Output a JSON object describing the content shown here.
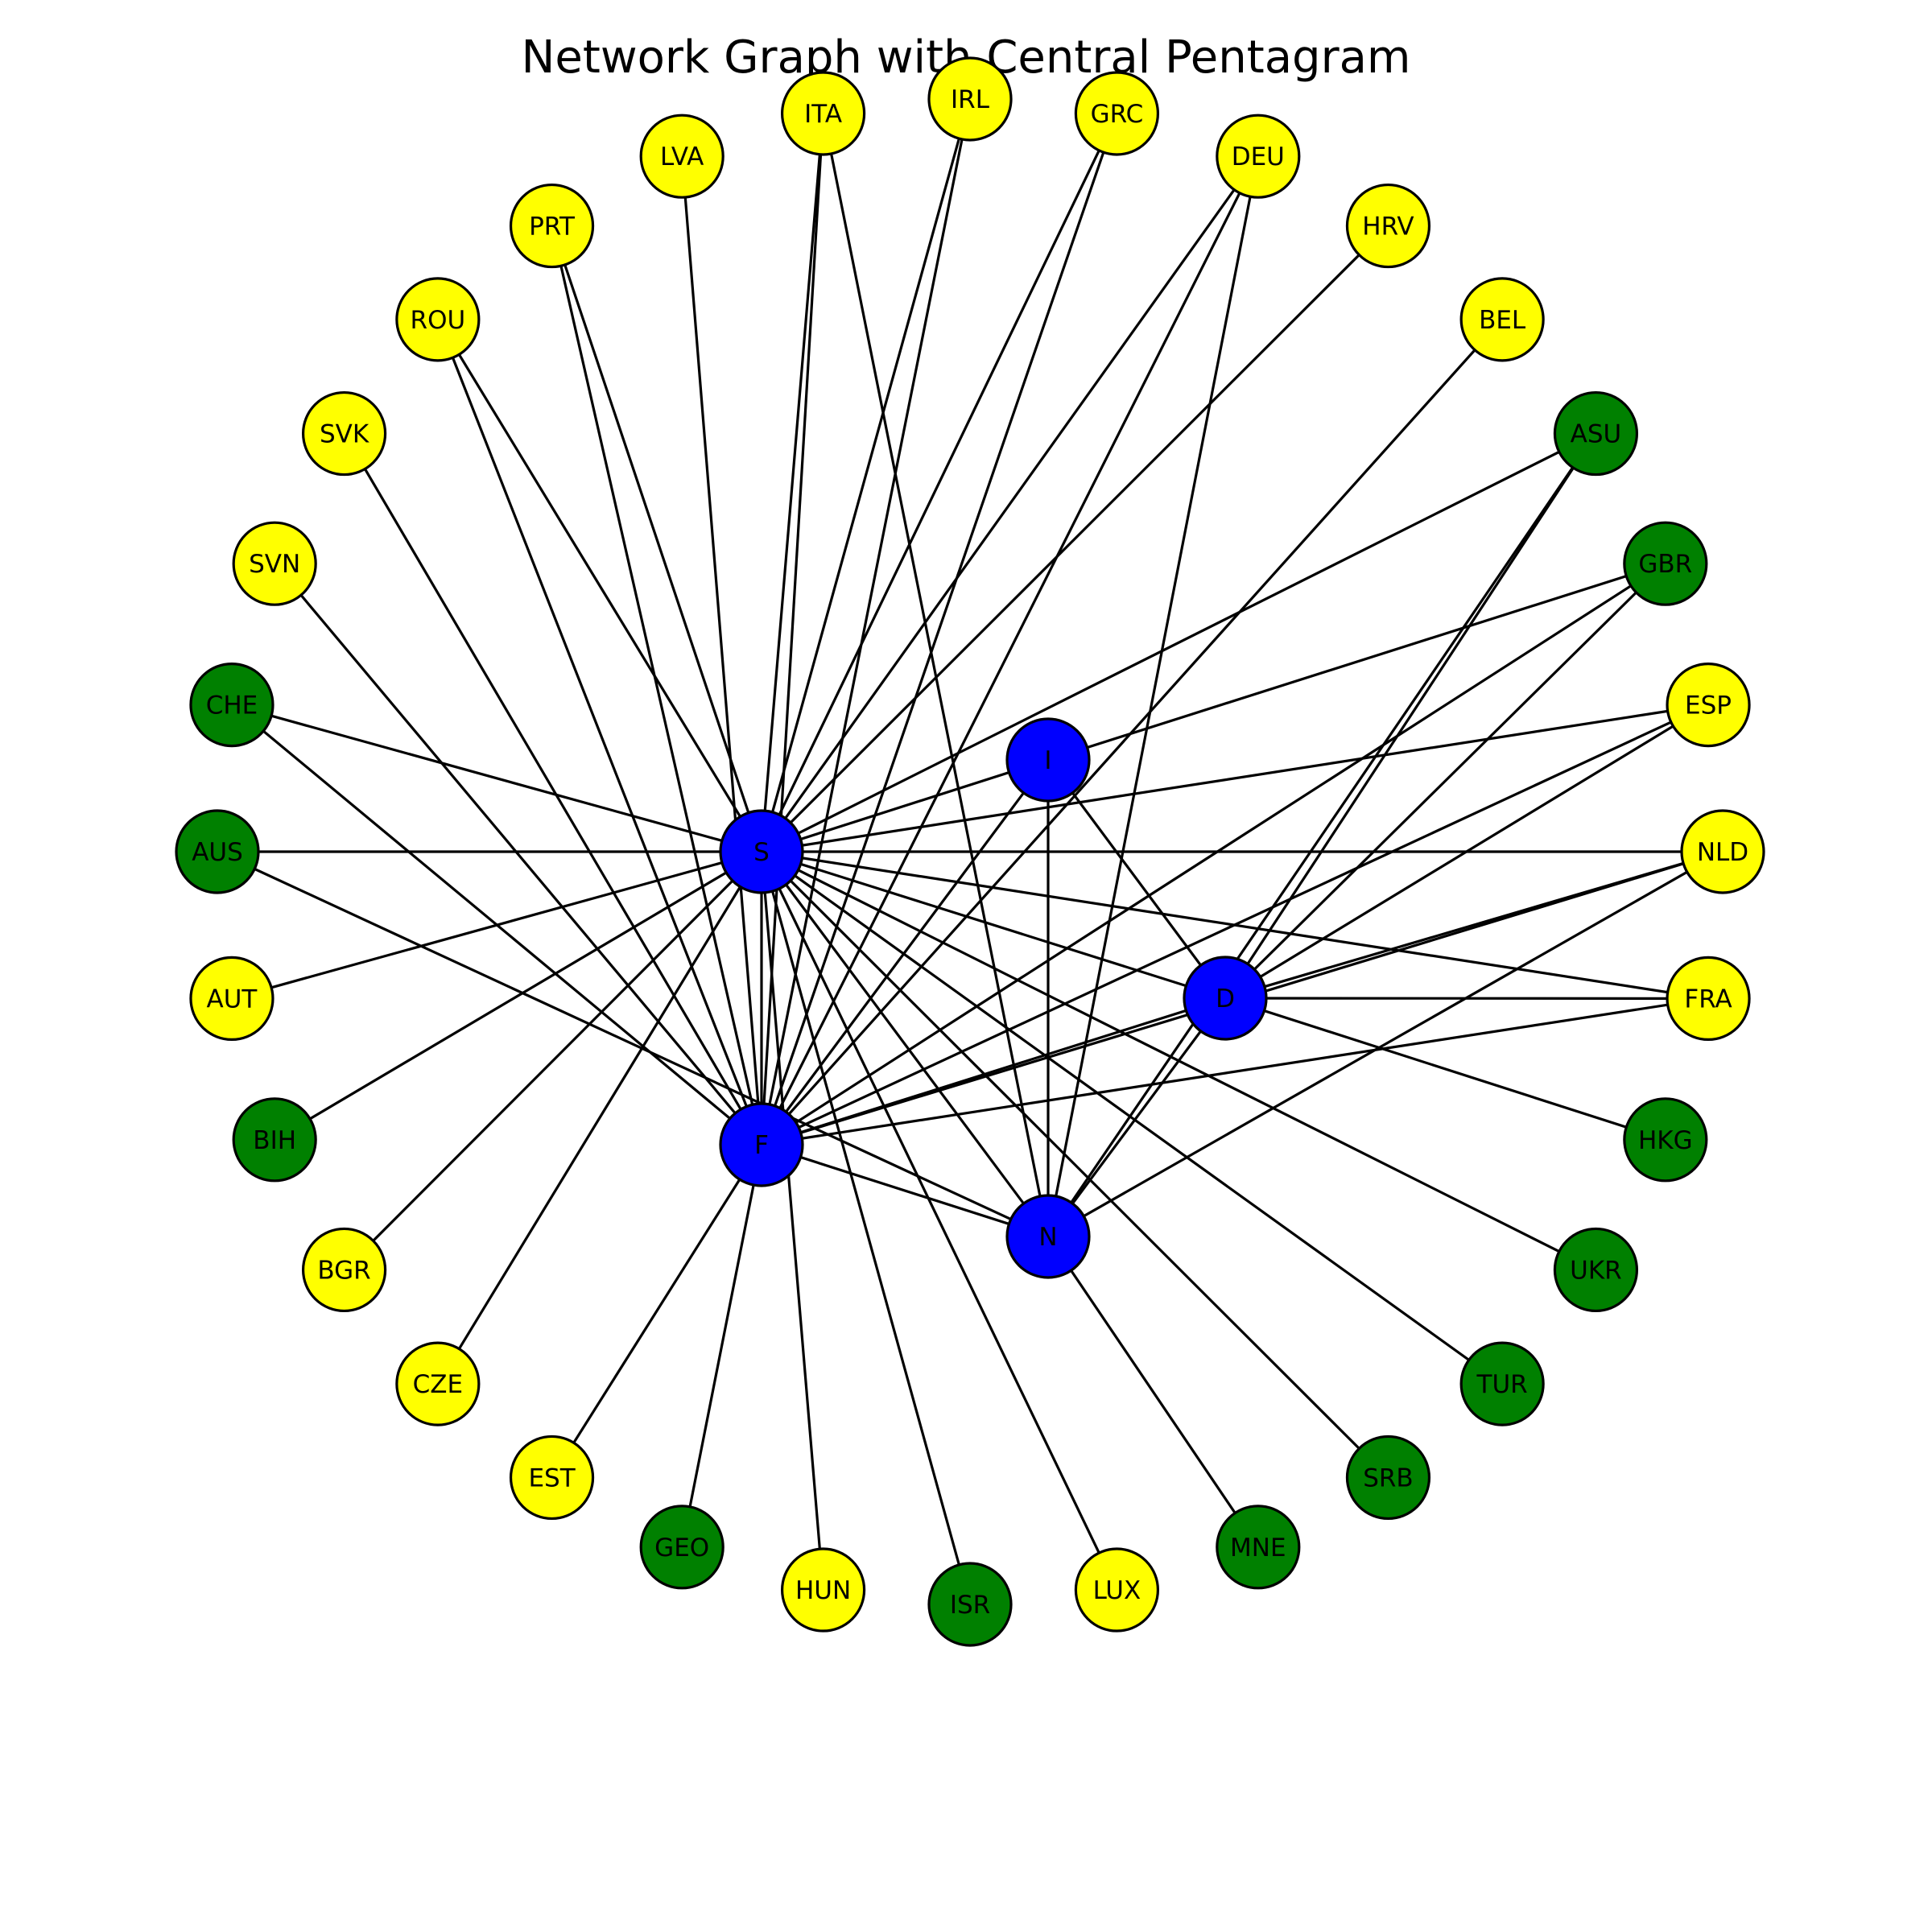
{
  "title": "Network Graph with Central Pentagram",
  "colors": {
    "center": "#0000ff",
    "yellow": "#ffff00",
    "green": "#008000"
  },
  "center_nodes": [
    "S",
    "I",
    "D",
    "N",
    "F"
  ],
  "outer_nodes": [
    {
      "id": "GRC",
      "color": "yellow"
    },
    {
      "id": "DEU",
      "color": "yellow"
    },
    {
      "id": "HRV",
      "color": "yellow"
    },
    {
      "id": "BEL",
      "color": "yellow"
    },
    {
      "id": "ASU",
      "color": "green"
    },
    {
      "id": "GBR",
      "color": "green"
    },
    {
      "id": "ESP",
      "color": "yellow"
    },
    {
      "id": "NLD",
      "color": "yellow"
    },
    {
      "id": "FRA",
      "color": "yellow"
    },
    {
      "id": "HKG",
      "color": "green"
    },
    {
      "id": "UKR",
      "color": "green"
    },
    {
      "id": "TUR",
      "color": "green"
    },
    {
      "id": "SRB",
      "color": "green"
    },
    {
      "id": "MNE",
      "color": "green"
    },
    {
      "id": "LUX",
      "color": "yellow"
    },
    {
      "id": "ISR",
      "color": "green"
    },
    {
      "id": "HUN",
      "color": "yellow"
    },
    {
      "id": "GEO",
      "color": "green"
    },
    {
      "id": "EST",
      "color": "yellow"
    },
    {
      "id": "CZE",
      "color": "yellow"
    },
    {
      "id": "BGR",
      "color": "yellow"
    },
    {
      "id": "BIH",
      "color": "green"
    },
    {
      "id": "AUT",
      "color": "yellow"
    },
    {
      "id": "AUS",
      "color": "green"
    },
    {
      "id": "CHE",
      "color": "green"
    },
    {
      "id": "SVN",
      "color": "yellow"
    },
    {
      "id": "SVK",
      "color": "yellow"
    },
    {
      "id": "ROU",
      "color": "yellow"
    },
    {
      "id": "PRT",
      "color": "yellow"
    },
    {
      "id": "LVA",
      "color": "yellow"
    },
    {
      "id": "ITA",
      "color": "yellow"
    },
    {
      "id": "IRL",
      "color": "yellow"
    }
  ],
  "edges": [
    [
      "GRC",
      "S"
    ],
    [
      "GRC",
      "F"
    ],
    [
      "DEU",
      "S"
    ],
    [
      "DEU",
      "F"
    ],
    [
      "DEU",
      "N"
    ],
    [
      "HRV",
      "S"
    ],
    [
      "BEL",
      "F"
    ],
    [
      "ASU",
      "S"
    ],
    [
      "ASU",
      "D"
    ],
    [
      "ASU",
      "N"
    ],
    [
      "GBR",
      "I"
    ],
    [
      "GBR",
      "D"
    ],
    [
      "GBR",
      "F"
    ],
    [
      "ESP",
      "S"
    ],
    [
      "ESP",
      "D"
    ],
    [
      "ESP",
      "F"
    ],
    [
      "NLD",
      "S"
    ],
    [
      "NLD",
      "D"
    ],
    [
      "NLD",
      "F"
    ],
    [
      "NLD",
      "N"
    ],
    [
      "FRA",
      "S"
    ],
    [
      "FRA",
      "D"
    ],
    [
      "FRA",
      "F"
    ],
    [
      "HKG",
      "D"
    ],
    [
      "UKR",
      "S"
    ],
    [
      "TUR",
      "S"
    ],
    [
      "SRB",
      "S"
    ],
    [
      "MNE",
      "N"
    ],
    [
      "LUX",
      "S"
    ],
    [
      "ISR",
      "S"
    ],
    [
      "HUN",
      "S"
    ],
    [
      "GEO",
      "F"
    ],
    [
      "EST",
      "F"
    ],
    [
      "CZE",
      "S"
    ],
    [
      "BGR",
      "S"
    ],
    [
      "BIH",
      "S"
    ],
    [
      "AUT",
      "S"
    ],
    [
      "AUS",
      "S"
    ],
    [
      "AUS",
      "N"
    ],
    [
      "CHE",
      "S"
    ],
    [
      "CHE",
      "F"
    ],
    [
      "SVN",
      "F"
    ],
    [
      "SVK",
      "F"
    ],
    [
      "ROU",
      "S"
    ],
    [
      "ROU",
      "F"
    ],
    [
      "PRT",
      "S"
    ],
    [
      "PRT",
      "F"
    ],
    [
      "LVA",
      "F"
    ],
    [
      "ITA",
      "S"
    ],
    [
      "ITA",
      "F"
    ],
    [
      "ITA",
      "N"
    ],
    [
      "IRL",
      "S"
    ],
    [
      "IRL",
      "F"
    ],
    [
      "S",
      "I"
    ],
    [
      "S",
      "D"
    ],
    [
      "S",
      "N"
    ],
    [
      "S",
      "F"
    ],
    [
      "I",
      "D"
    ],
    [
      "I",
      "N"
    ],
    [
      "I",
      "F"
    ],
    [
      "D",
      "N"
    ],
    [
      "D",
      "F"
    ],
    [
      "N",
      "F"
    ]
  ]
}
